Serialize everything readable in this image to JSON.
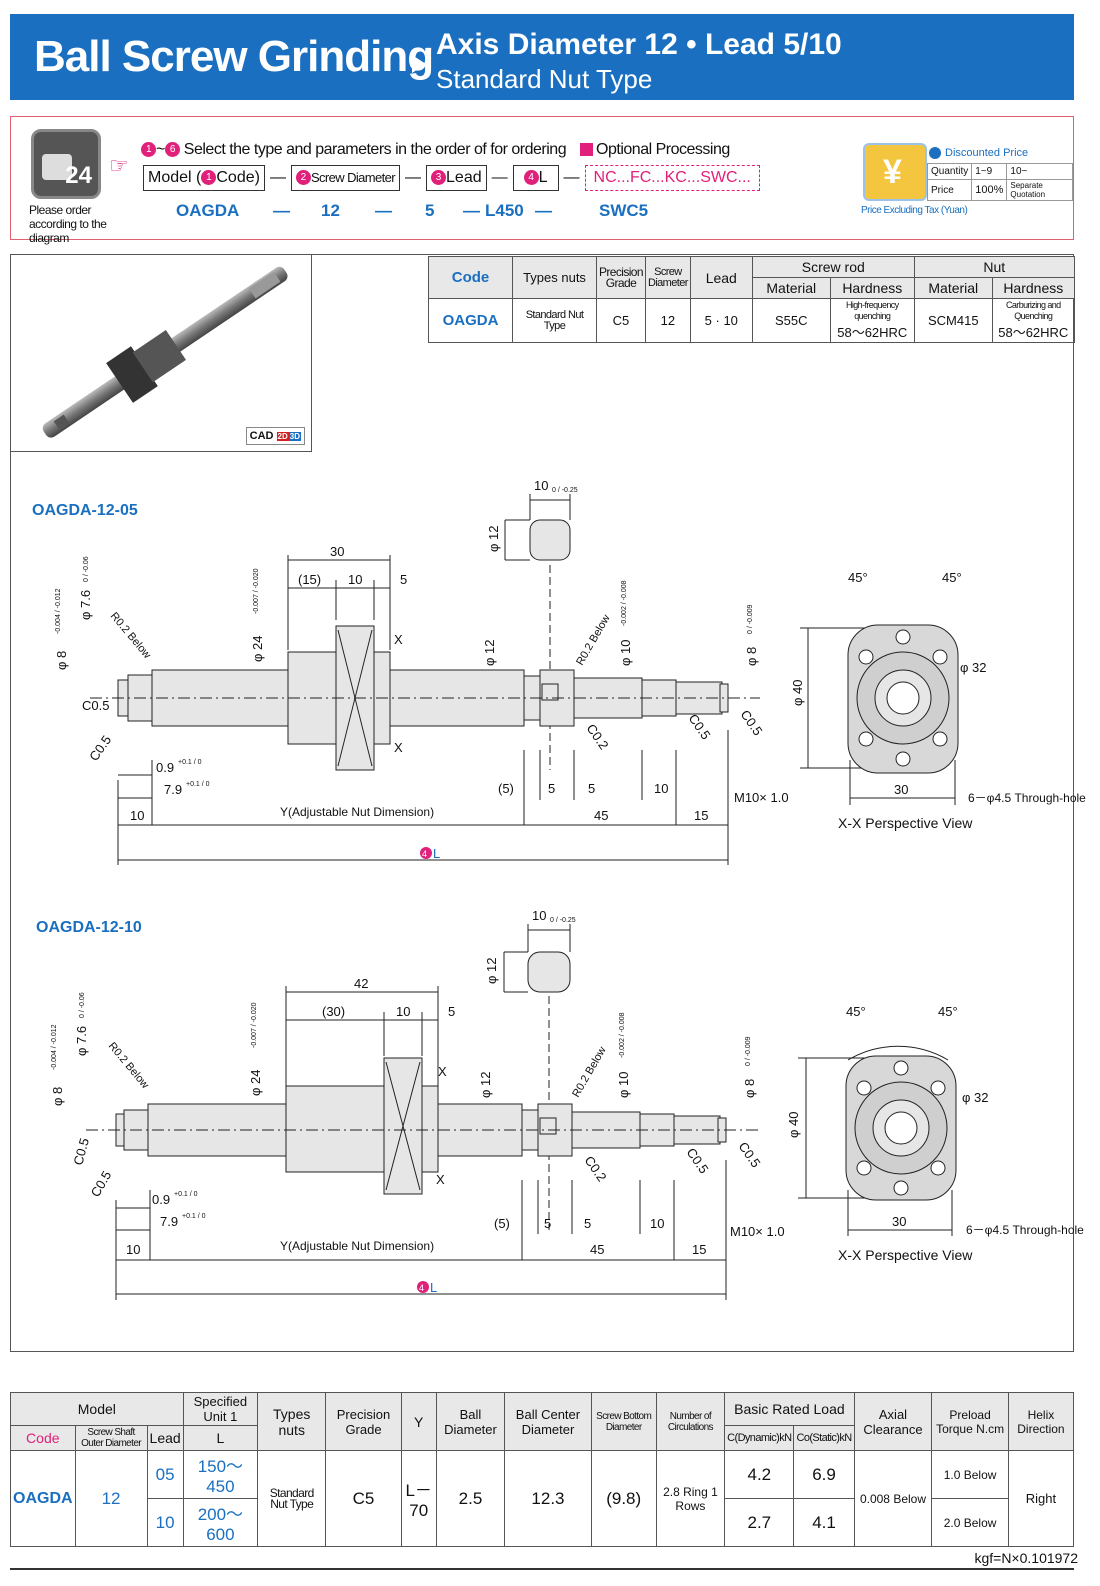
{
  "header": {
    "title": "Ball Screw Grinding",
    "subtitle": "Axis Diameter 12 • Lead 5/10",
    "subtitle2": "Standard Nut Type"
  },
  "order": {
    "phone_num": "24",
    "note": "Please order according to the diagram",
    "circ1": "1",
    "circ_range_sep": "~",
    "circ6": "6",
    "instruction": "Select the type and parameters in the order of for ordering",
    "optional": "Optional Processing",
    "row": {
      "model_label": "Model (",
      "code_label": "Code)",
      "screw_diameter": "Screw Diameter",
      "lead": "Lead",
      "l": "L",
      "options": "NC...FC...KC...SWC..."
    },
    "circ2": "2",
    "circ3": "3",
    "circ4": "4",
    "example": {
      "code": "OAGDA",
      "dash": "—",
      "diameter": "12",
      "lead": "5",
      "l": "L450",
      "option": "SWC5"
    }
  },
  "price": {
    "yen": "¥",
    "note": "Price Excluding Tax (Yuan)",
    "title": "Discounted Price",
    "quantity_label": "Quantity",
    "q1": "1~9",
    "q2": "10~",
    "price_label": "Price",
    "p1": "100%",
    "p2": "Separate Quotation"
  },
  "cad": {
    "label": "CAD",
    "d2": "2D",
    "d3": "3D"
  },
  "spec_table": {
    "code_h": "Code",
    "types_h": "Types nuts",
    "precision_h": "Precision Grade",
    "diameter_h": "Screw Diameter",
    "lead_h": "Lead",
    "rod_h": "Screw rod",
    "nut_h": "Nut",
    "material_h": "Material",
    "hardness_h": "Hardness",
    "code": "OAGDA",
    "types": "Standard Nut Type",
    "precision": "C5",
    "diameter": "12",
    "lead": "5 · 10",
    "rod_material": "S55C",
    "rod_hardness_note": "High-frequency quenching",
    "rod_hardness": "58～62HRC",
    "nut_material": "SCM415",
    "nut_hardness_note": "Carburizing and Quenching",
    "nut_hardness": "58～62HRC"
  },
  "drawing1": {
    "label": "OAGDA-12-05",
    "flat": "10",
    "flat_tol": "0 / -0.25",
    "phi12": "φ 12",
    "d30": "30",
    "d15": "(15)",
    "d10": "10",
    "d5": "5",
    "phi7_6": "φ 7.6",
    "phi7_6_tol": "0 / -0.06",
    "phi8": "φ 8",
    "phi8_tol": "-0.004 / -0.012",
    "r02": "R0.2 Below",
    "phi24": "φ 24",
    "phi24_tol": "-0.007 / -0.020",
    "x_mark": "X",
    "phi10": "φ 10",
    "phi10_tol": "-0.002 / -0.008",
    "phi8r": "φ 8",
    "phi8r_tol": "0 / -0.009",
    "c05": "C0.5",
    "c02": "C0.2",
    "g09": "0.9",
    "g09_tol": "+0.1 / 0",
    "g79": "7.9",
    "g79_tol": "+0.1 / 0",
    "p5": "(5)",
    "s5a": "5",
    "s5b": "5",
    "s10": "10",
    "m10": "M10× 1.0",
    "y_label": "Y(Adjustable Nut Dimension)",
    "d10l": "10",
    "d45": "45",
    "d15r": "15",
    "l_circ": "4",
    "l_label": "L",
    "ang1": "45°",
    "ang2": "45°",
    "phi32": "φ 32",
    "phi40": "φ 40",
    "w30": "30",
    "holes": "6－φ4.5 Through-hole",
    "view": "X-X Perspective View"
  },
  "drawing2": {
    "label": "OAGDA-12-10",
    "flat": "10",
    "flat_tol": "0 / -0.25",
    "phi12": "φ 12",
    "d42": "42",
    "d30": "(30)",
    "d10": "10",
    "d5": "5",
    "phi7_6": "φ 7.6",
    "phi7_6_tol": "0 / -0.06",
    "phi8": "φ 8",
    "phi8_tol": "-0.004 / -0.012",
    "r02": "R0.2 Below",
    "phi24": "φ 24",
    "phi24_tol": "-0.007 / -0.020",
    "x_mark": "X",
    "phi10": "φ 10",
    "phi10_tol": "-0.002 / -0.008",
    "phi8r": "φ 8",
    "phi8r_tol": "0 / -0.009",
    "c05": "C0.5",
    "c02": "C0.2",
    "g09": "0.9",
    "g09_tol": "+0.1 / 0",
    "g79": "7.9",
    "g79_tol": "+0.1 / 0",
    "p5": "(5)",
    "s5a": "5",
    "s5b": "5",
    "s10": "10",
    "m10": "M10× 1.0",
    "y_label": "Y(Adjustable Nut Dimension)",
    "d10l": "10",
    "d45": "45",
    "d15r": "15",
    "l_circ": "4",
    "l_label": "L",
    "ang1": "45°",
    "ang2": "45°",
    "phi32": "φ 32",
    "phi40": "φ 40",
    "w30": "30",
    "holes": "6－φ4.5 Through-hole",
    "view": "X-X Perspective View"
  },
  "bottom_table": {
    "model_h": "Model",
    "spec_h": "Specified Unit 1",
    "types_h": "Types nuts",
    "precision_h": "Precision Grade",
    "y_h": "Y",
    "ball_h": "Ball Diameter",
    "ballcenter_h": "Ball Center Diameter",
    "bottom_h": "Screw Bottom Diameter",
    "circ_h": "Number of Circulations",
    "load_h": "Basic Rated Load",
    "axial_h": "Axial Clearance",
    "preload_h": "Preload Torque N.cm",
    "helix_h": "Helix Direction",
    "code_h": "Code",
    "shaft_h": "Screw Shaft Outer Diameter",
    "lead_h": "Lead",
    "l_h": "L",
    "c_dyn_h": "C(Dynamic)kN",
    "c_sta_h": "Co(Static)kN",
    "code": "OAGDA",
    "shaft": "12",
    "rows": [
      {
        "lead": "05",
        "l": "150～450",
        "c": "4.2",
        "co": "6.9",
        "preload": "1.0 Below"
      },
      {
        "lead": "10",
        "l": "200～600",
        "c": "2.7",
        "co": "4.1",
        "preload": "2.0 Below"
      }
    ],
    "types": "Standard Nut Type",
    "precision": "C5",
    "y": "L－70",
    "ball": "2.5",
    "ballcenter": "12.3",
    "bottom": "(9.8)",
    "circ": "2.8 Ring 1 Rows",
    "axial": "0.008 Below",
    "helix": "Right"
  },
  "footer": {
    "kgf": "kgf=N×0.101972"
  }
}
